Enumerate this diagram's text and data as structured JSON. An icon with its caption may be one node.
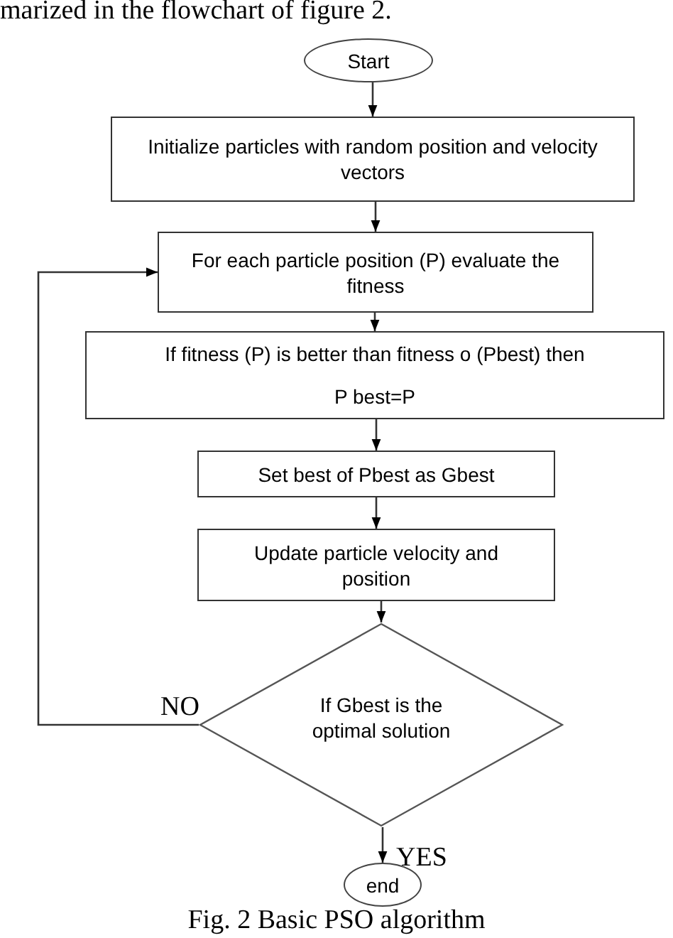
{
  "diagram": {
    "caption": "Fig. 2 Basic PSO algorithm",
    "nodes": [
      {
        "text": [
          "Start"
        ]
      },
      {
        "text": [
          "Initialize particles with random position and velocity vectors"
        ]
      },
      {
        "text": [
          "For each particle position (P) evaluate the fitness"
        ]
      },
      {
        "text": [
          "If fitness (P) is better than fitness o (Pbest) then",
          "P best=P"
        ]
      },
      {
        "text": [
          "Set best of Pbest as Gbest"
        ]
      },
      {
        "text": [
          "Update particle velocity and position"
        ]
      },
      {
        "text": [
          "If Gbest is the optimal solution"
        ]
      },
      {
        "text": [
          "end"
        ]
      }
    ],
    "edges": [
      {
        "from": 0,
        "to": 1,
        "arrow": "to"
      },
      {
        "from": 1,
        "to": 2,
        "arrow": "to"
      },
      {
        "from": 2,
        "to": 3,
        "arrow": "to"
      },
      {
        "from": 3,
        "to": 4,
        "arrow": "to"
      },
      {
        "from": 4,
        "to": 5,
        "arrow": "to"
      },
      {
        "from": 5,
        "to": 6,
        "arrow": "to"
      },
      {
        "from": 6,
        "to": 2,
        "arrow": "to",
        "label": "NO"
      },
      {
        "from": 6,
        "to": 7,
        "arrow": "to",
        "label": "YES"
      }
    ],
    "labels": [
      "marized in the flowchart of figure 2."
    ]
  }
}
